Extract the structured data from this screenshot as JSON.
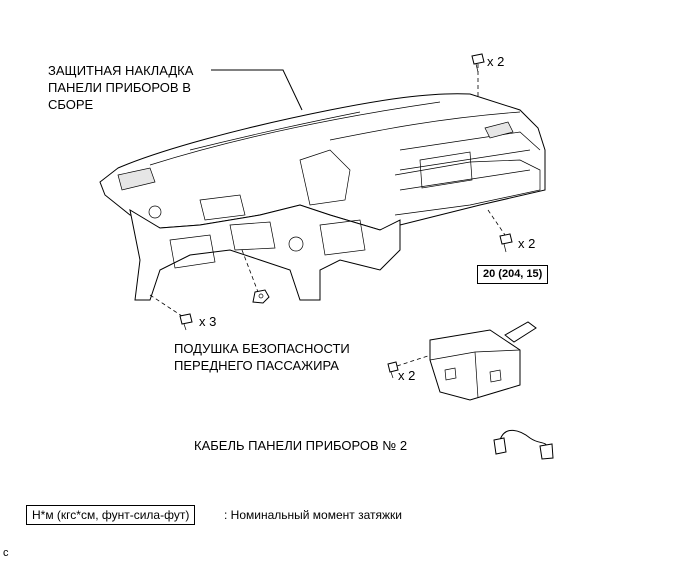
{
  "labels": {
    "dash_cover": [
      "ЗАЩИТНАЯ НАКЛАДКА",
      "ПАНЕЛИ ПРИБОРОВ В",
      "СБОРЕ"
    ],
    "airbag": [
      "ПОДУШКА БЕЗОПАСНОСТИ",
      "ПЕРЕДНЕГО ПАССАЖИРА"
    ],
    "cable": "КАБЕЛЬ ПАНЕЛИ ПРИБОРОВ № 2"
  },
  "quantities": {
    "top_bolt": "x 2",
    "right_bolt": "x 2",
    "left_bolt": "x 3",
    "airbag_bolt": "x 2"
  },
  "torque": "20 (204, 15)",
  "legend": {
    "unit": "Н*м (кгс*см, фунт-сила-фут)",
    "description": ": Номинальный момент затяжки"
  },
  "corner_mark": "c",
  "icons": [
    "bolt-icon",
    "nut-icon",
    "clip-icon"
  ]
}
